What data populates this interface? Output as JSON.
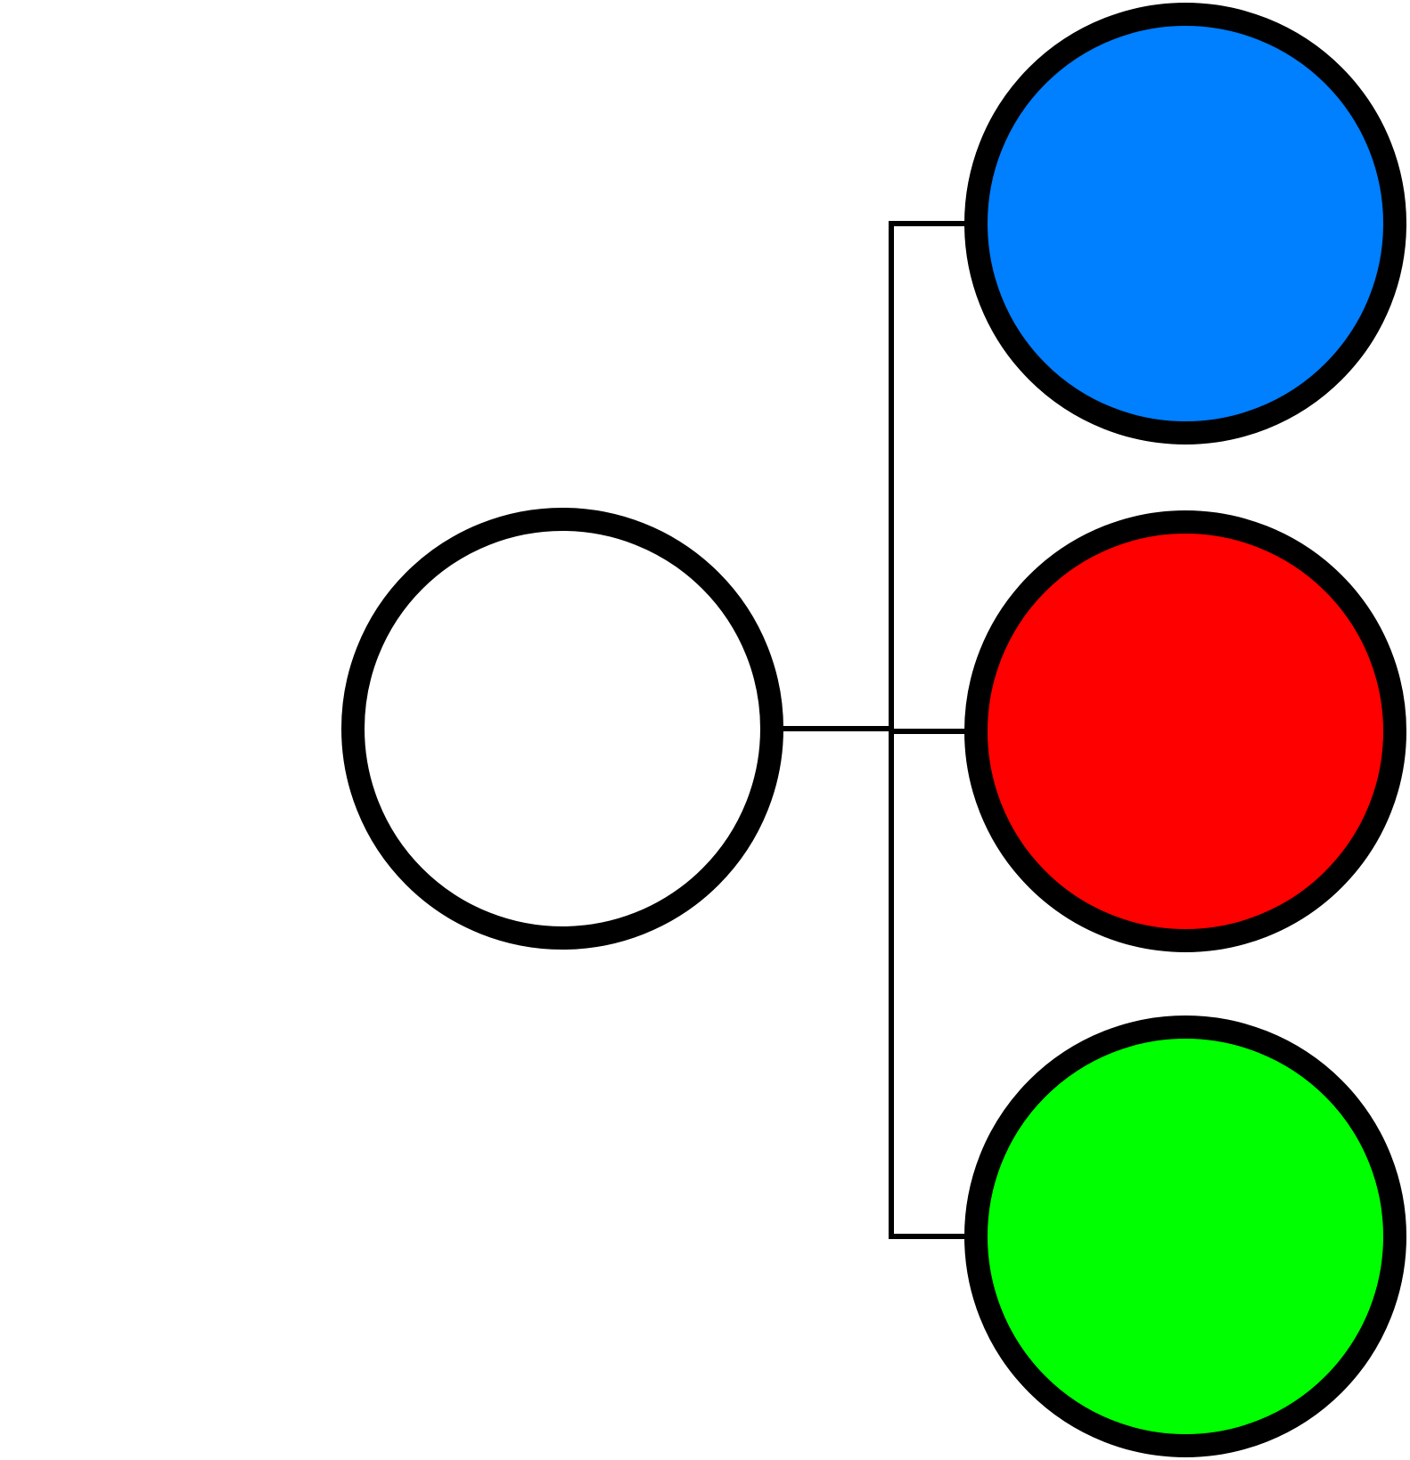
{
  "diagram": {
    "background_color": "#ffffff",
    "stroke_color": "#000000",
    "nodes": [
      {
        "id": "root",
        "fill": "#ffffff"
      },
      {
        "id": "blue",
        "fill": "#007fff"
      },
      {
        "id": "red",
        "fill": "#ff0000"
      },
      {
        "id": "green",
        "fill": "#00ff00"
      }
    ],
    "edges": [
      {
        "from": "root",
        "to": "blue"
      },
      {
        "from": "root",
        "to": "red"
      },
      {
        "from": "root",
        "to": "green"
      }
    ]
  }
}
